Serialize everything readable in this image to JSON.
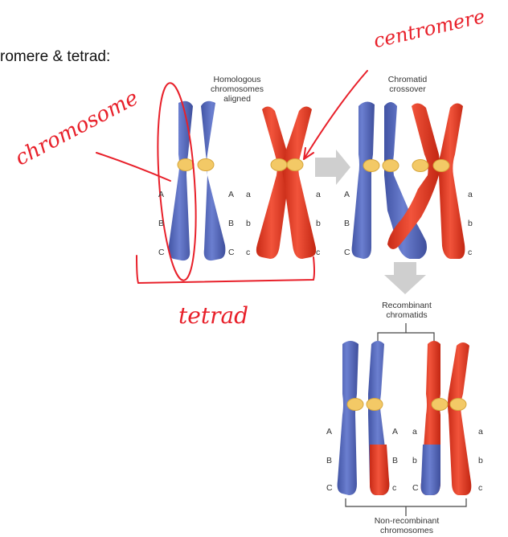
{
  "heading": "romere & tetrad:",
  "labels": {
    "aligned": "Homologous\nchromosomes\naligned",
    "crossover": "Chromatid\ncrossover",
    "recombinant": "Recombinant\nchromatids",
    "nonrecombinant": "Non-recombinant\nchromosomes"
  },
  "loci": {
    "upper": [
      "A",
      "B",
      "C"
    ],
    "lower": [
      "a",
      "b",
      "c"
    ]
  },
  "annotations": {
    "chromosome": "chromosome",
    "centromere": "centromere",
    "tetrad": "tetrad"
  },
  "colors": {
    "blue": "#5568b8",
    "red": "#e03a24",
    "centromere": "#f3c966",
    "ink": "#e8202a",
    "arrow": "#cfcfcf"
  }
}
